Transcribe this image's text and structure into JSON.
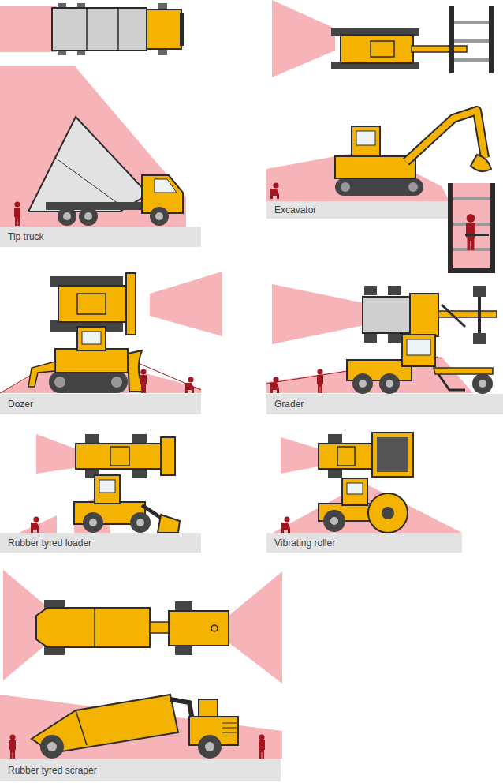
{
  "diagram": {
    "nodes": [
      {
        "text": [
          "Tip truck"
        ]
      },
      {
        "text": [
          "Excavator"
        ]
      },
      {
        "text": [
          "Dozer"
        ]
      },
      {
        "text": [
          "Grader"
        ]
      },
      {
        "text": [
          "Rubber tyred loader"
        ]
      },
      {
        "text": [
          "Vibrating roller"
        ]
      },
      {
        "text": [
          "Rubber tyred scraper"
        ]
      }
    ]
  }
}
